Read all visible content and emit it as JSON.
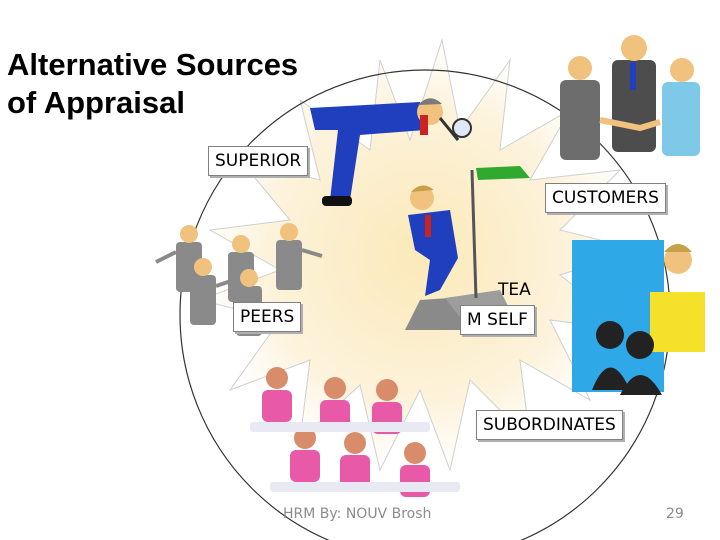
{
  "title": {
    "line1": "Alternative Sources",
    "line2": "of Appraisal"
  },
  "labels": {
    "superior": "SUPERIOR",
    "customers": "CUSTOMERS",
    "peers": "PEERS",
    "team_self_line1": "TEA",
    "team_self_line2": "M SELF",
    "subordinates": "SUBORDINATES"
  },
  "footer": {
    "credit": "HRM By: NOUV Brosh",
    "page_number": "29"
  },
  "colors": {
    "suit_blue": "#1f3fbf",
    "pink_shirt": "#e85aa8",
    "sun_yellow": "#f7e6a8",
    "flag_green": "#2faa2f"
  }
}
